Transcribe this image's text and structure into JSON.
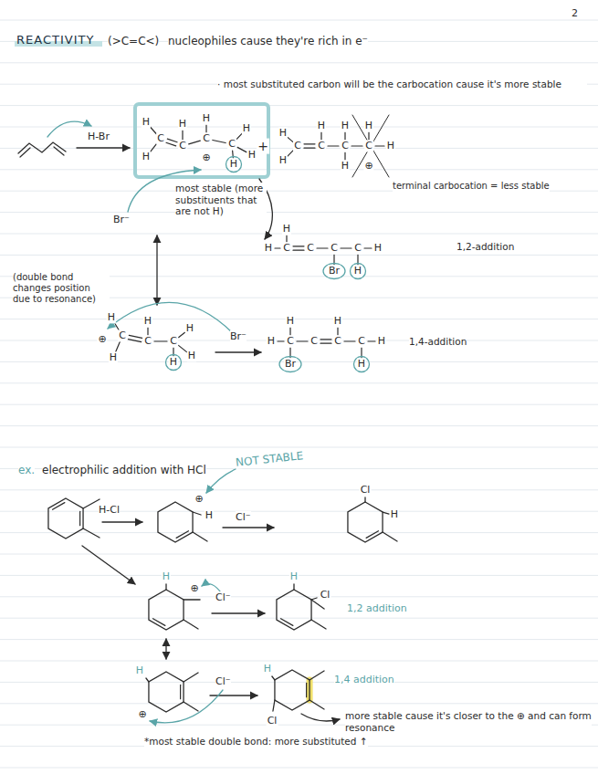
{
  "diagram": {
    "title": "REACTIVITY",
    "labels": [
      "2",
      "(>C=C<)",
      "nucleophiles cause they're rich in e⁻",
      "· most substituted carbon will be the carbocation cause it's more stable",
      "H-Br",
      "most stable (more substituents that are not H)",
      "Br⁻",
      "terminal carbocation = less stable",
      "1,2-addition",
      "(double bond changes position due to resonance)",
      "Br⁻",
      "1,4-addition",
      "ex.",
      "electrophilic addition with HCl",
      "NOT STABLE",
      "H-Cl",
      "Cl⁻",
      "Cl⁻",
      "1,2 addition",
      "Cl⁻",
      "1,4 addition",
      "more stable cause it's closer to the ⊕ and can form resonance",
      "*most stable double bond: more substituted ↑",
      "+",
      "H",
      "C",
      "H",
      "H",
      "C",
      "H",
      "C",
      "⊕",
      "C",
      "H",
      "H",
      "H",
      "H",
      "C",
      "H",
      "C",
      "H",
      "C",
      "H",
      "H",
      "⊕",
      "C",
      "H",
      "H",
      "H",
      "C",
      "H",
      "C",
      "C",
      "Br",
      "C",
      "H",
      "H",
      "H",
      "C",
      "⊕",
      "H",
      "C",
      "H",
      "C",
      "H",
      "H",
      "H",
      "H",
      "H",
      "C",
      "Br",
      "C",
      "H",
      "C",
      "C",
      "H",
      "H",
      "⊕",
      "H",
      "Cl",
      "H",
      "H",
      "⊕",
      "H",
      "Cl",
      "H",
      "⊕",
      "H",
      "Cl"
    ]
  }
}
